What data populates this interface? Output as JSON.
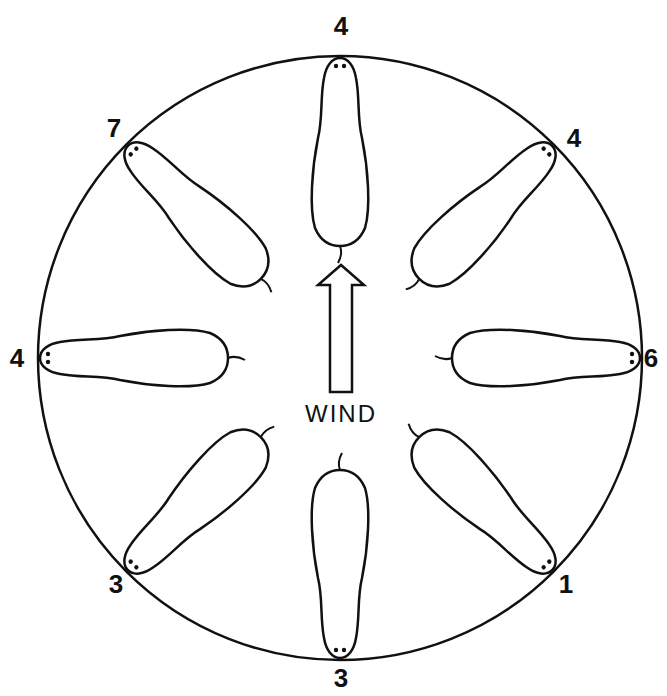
{
  "diagram": {
    "labels": [
      "4",
      "4",
      "6",
      "1",
      "3",
      "3",
      "4",
      "7",
      "WIND"
    ]
  }
}
